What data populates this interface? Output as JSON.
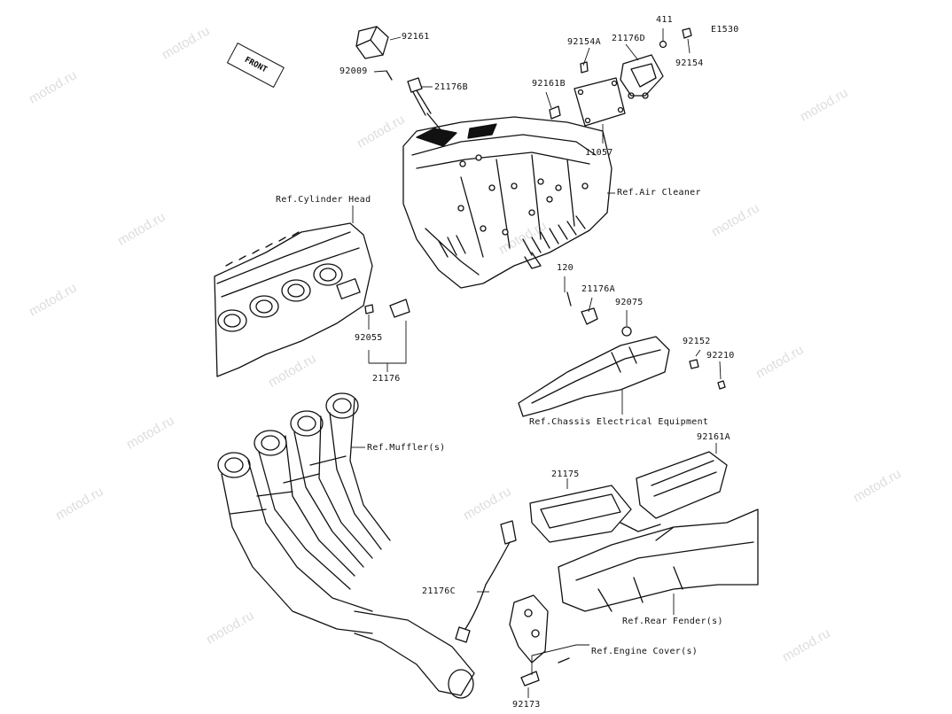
{
  "diagram_code": "E1530",
  "front_label": "FRONT",
  "watermark": "motod.ru",
  "labels": {
    "p92161": "92161",
    "p92009": "92009",
    "p21176B": "21176B",
    "p92154A": "92154A",
    "p21176D": "21176D",
    "p411": "411",
    "p92154": "92154",
    "p92161B": "92161B",
    "p11057": "11057",
    "ref_air_cleaner": "Ref.Air Cleaner",
    "ref_cylinder_head": "Ref.Cylinder Head",
    "p120": "120",
    "p21176A": "21176A",
    "p92075": "92075",
    "p92055": "92055",
    "p21176": "21176",
    "p92152": "92152",
    "p92210": "92210",
    "ref_chassis": "Ref.Chassis Electrical Equipment",
    "ref_muffler": "Ref.Muffler(s)",
    "p92161A": "92161A",
    "p21175": "21175",
    "p21176C": "21176C",
    "ref_rear_fender": "Ref.Rear Fender(s)",
    "ref_engine_cover": "Ref.Engine Cover(s)",
    "p92173": "92173"
  }
}
